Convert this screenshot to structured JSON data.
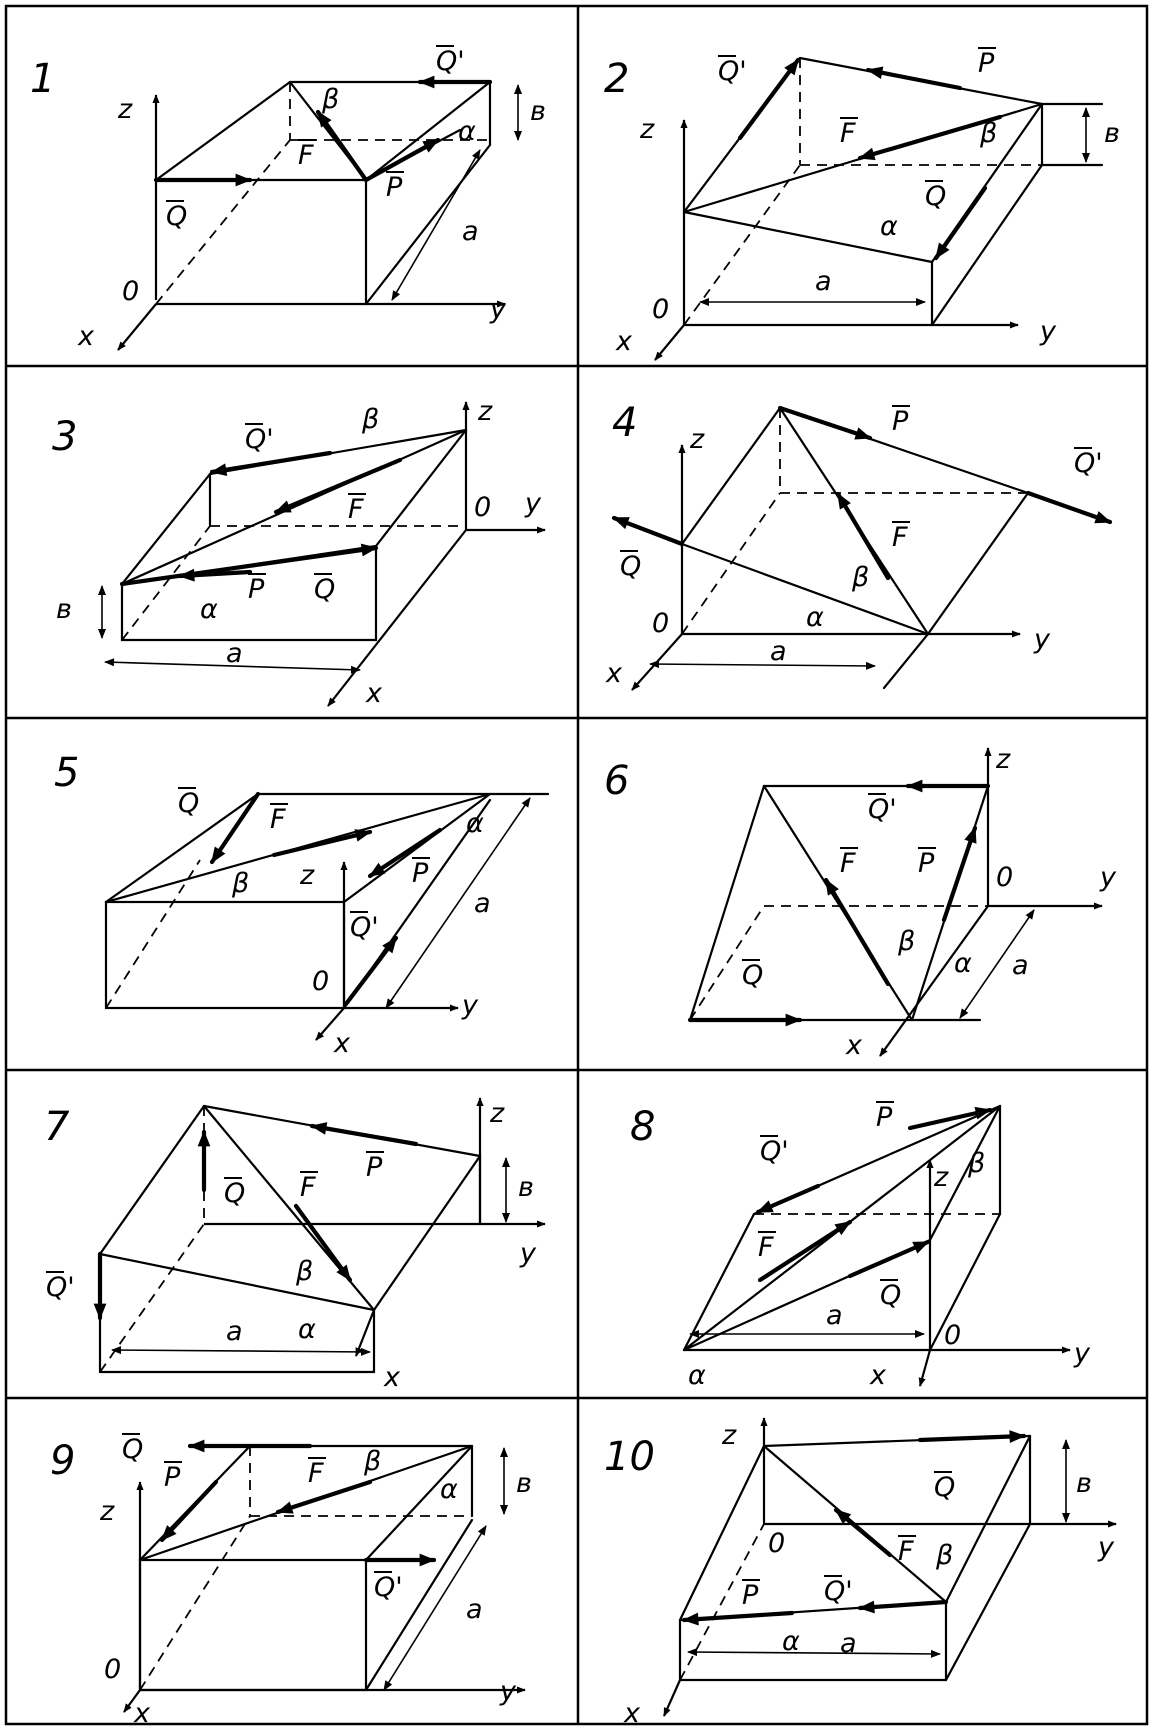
{
  "figure": {
    "cells": [
      {
        "number": "1",
        "labels": {
          "z": "z",
          "x": "x",
          "y": "y",
          "o": "0",
          "Q": "Q",
          "Qp": "Q'",
          "F": "F",
          "P": "P",
          "alpha": "α",
          "beta": "β",
          "a": "a",
          "b": "в"
        }
      },
      {
        "number": "2",
        "labels": {
          "z": "z",
          "x": "x",
          "y": "y",
          "o": "0",
          "Q": "Q",
          "Qp": "Q'",
          "F": "F",
          "P": "P",
          "alpha": "α",
          "beta": "β",
          "a": "a",
          "b": "в"
        }
      },
      {
        "number": "3",
        "labels": {
          "z": "z",
          "x": "x",
          "y": "y",
          "o": "0",
          "Q": "Q",
          "Qp": "Q'",
          "F": "F",
          "P": "P",
          "alpha": "α",
          "beta": "β",
          "a": "a",
          "b": "в"
        }
      },
      {
        "number": "4",
        "labels": {
          "z": "z",
          "x": "x",
          "y": "y",
          "o": "0",
          "Q": "Q",
          "Qp": "Q'",
          "F": "F",
          "P": "P",
          "alpha": "α",
          "beta": "β",
          "a": "a"
        }
      },
      {
        "number": "5",
        "labels": {
          "z": "z",
          "x": "x",
          "y": "y",
          "o": "0",
          "Q": "Q",
          "Qp": "Q'",
          "F": "F",
          "P": "P",
          "alpha": "α",
          "beta": "β",
          "a": "a"
        }
      },
      {
        "number": "6",
        "labels": {
          "z": "z",
          "x": "x",
          "y": "y",
          "o": "0",
          "Q": "Q",
          "Qp": "Q'",
          "F": "F",
          "P": "P",
          "alpha": "α",
          "beta": "β",
          "a": "a"
        }
      },
      {
        "number": "7",
        "labels": {
          "z": "z",
          "x": "x",
          "y": "y",
          "Q": "Q",
          "Qp": "Q'",
          "F": "F",
          "P": "P",
          "alpha": "α",
          "beta": "β",
          "a": "a",
          "b": "в"
        }
      },
      {
        "number": "8",
        "labels": {
          "z": "z",
          "x": "x",
          "y": "y",
          "o": "0",
          "Q": "Q",
          "Qp": "Q'",
          "F": "F",
          "P": "P",
          "alpha": "α",
          "beta": "β",
          "a": "a"
        }
      },
      {
        "number": "9",
        "labels": {
          "z": "z",
          "x": "x",
          "y": "y",
          "o": "0",
          "Q": "Q",
          "Qp": "Q'",
          "F": "F",
          "P": "P",
          "alpha": "α",
          "beta": "β",
          "a": "a",
          "b": "в"
        }
      },
      {
        "number": "10",
        "labels": {
          "z": "z",
          "x": "x",
          "y": "y",
          "o": "0",
          "Q": "Q",
          "Qp": "Q'",
          "F": "F",
          "P": "P",
          "alpha": "α",
          "beta": "β",
          "a": "a",
          "b": "в"
        }
      }
    ]
  }
}
